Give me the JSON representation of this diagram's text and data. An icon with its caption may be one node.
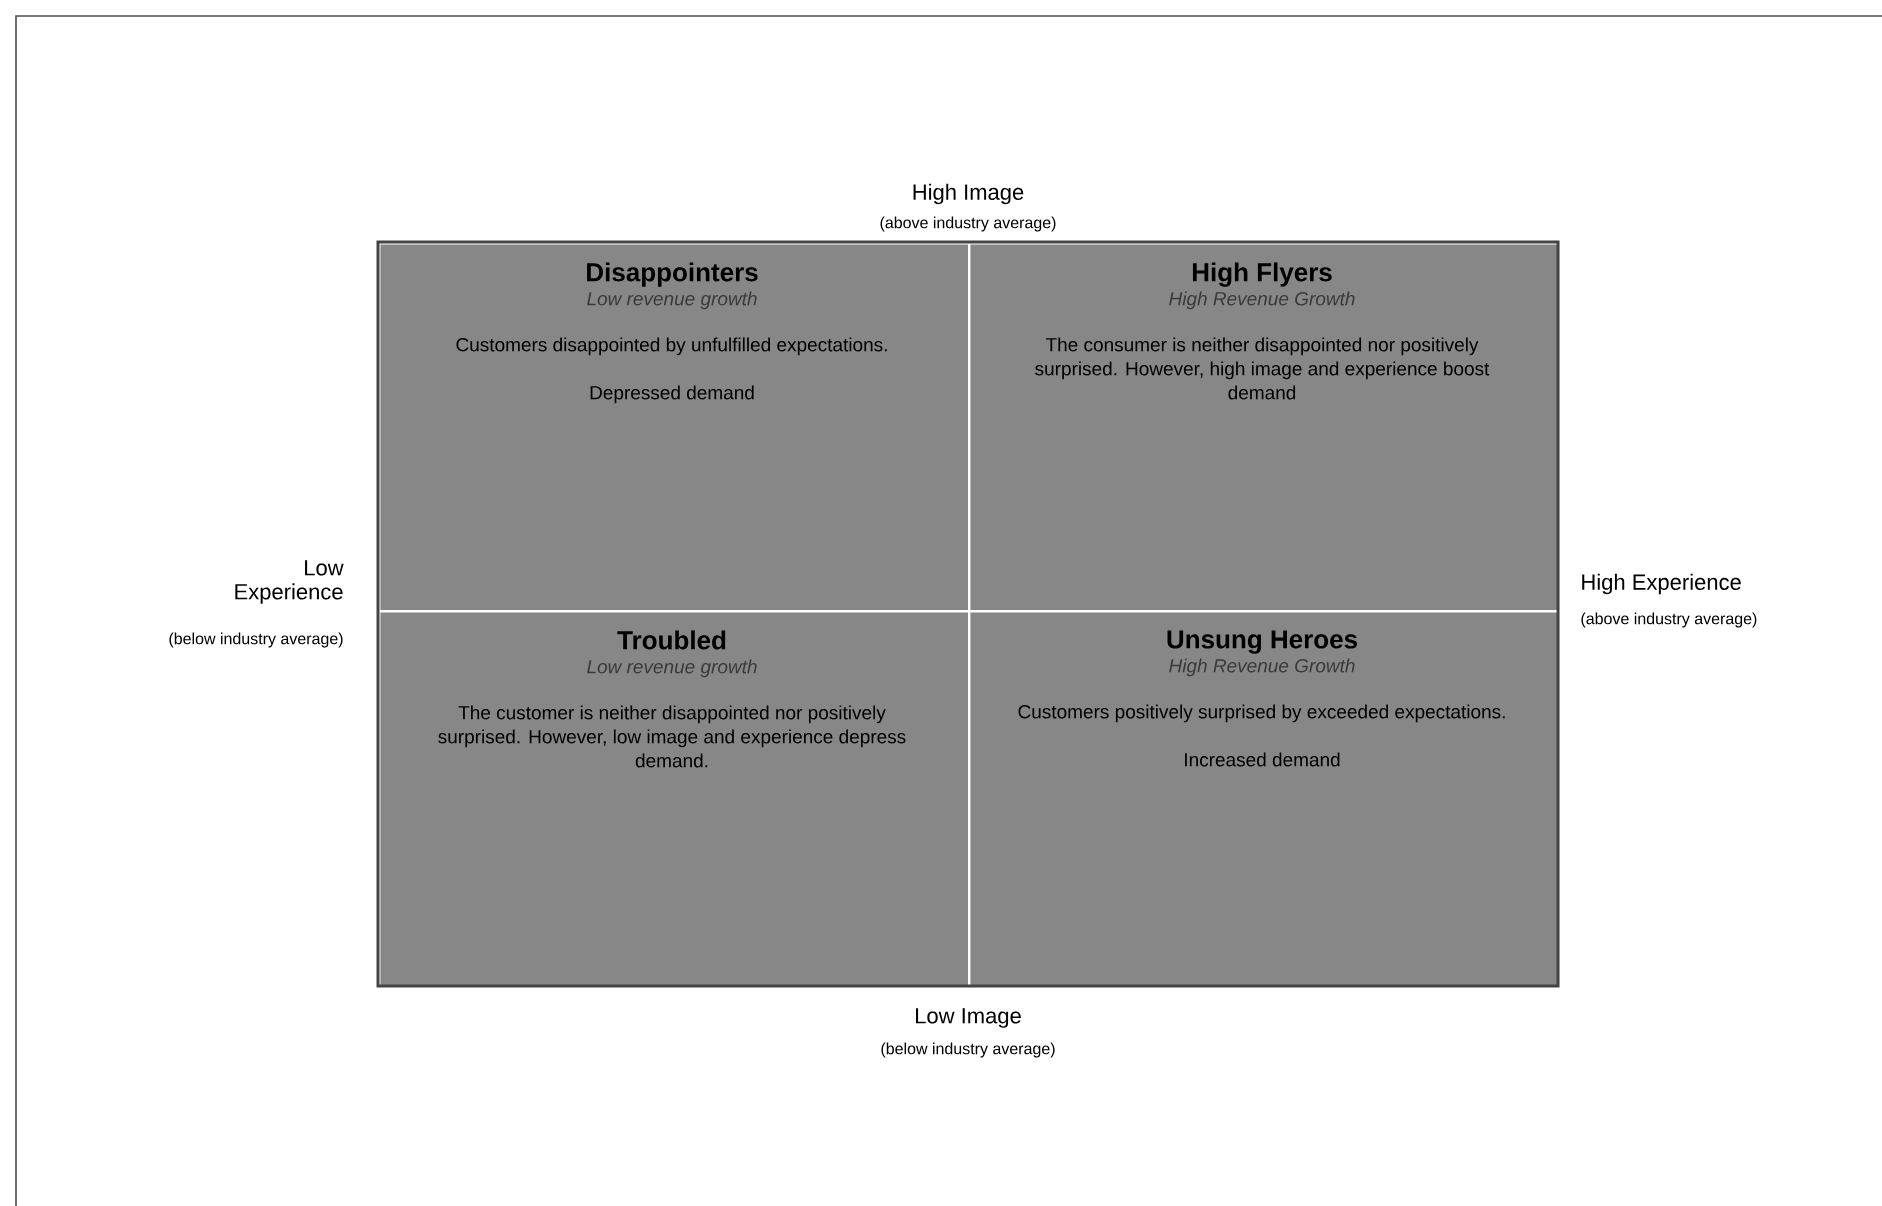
{
  "diagram": {
    "nodes": [
      {
        "text": [
          "Disappointers",
          "Low revenue growth",
          "Customers disappointed by unfulfilled expectations.",
          "Depressed demand"
        ]
      },
      {
        "text": [
          "High Flyers",
          "High Revenue Growth",
          "The consumer is neither disappointed nor positively surprised. However, high image and experience boost demand"
        ]
      },
      {
        "text": [
          "Troubled",
          "Low revenue growth",
          "The customer is neither disappointed nor positively surprised. However, low image and experience depress demand."
        ]
      },
      {
        "text": [
          "Unsung Heroes",
          "High Revenue Growth",
          "Customers positively surprised by exceeded expectations.",
          "Increased demand"
        ]
      }
    ],
    "labels": [
      "High Image",
      "(above industry average)",
      "Low Experience",
      "(below industry average)",
      "High Experience",
      "(above industry average)",
      "Low Image",
      "(below industry average)"
    ]
  }
}
